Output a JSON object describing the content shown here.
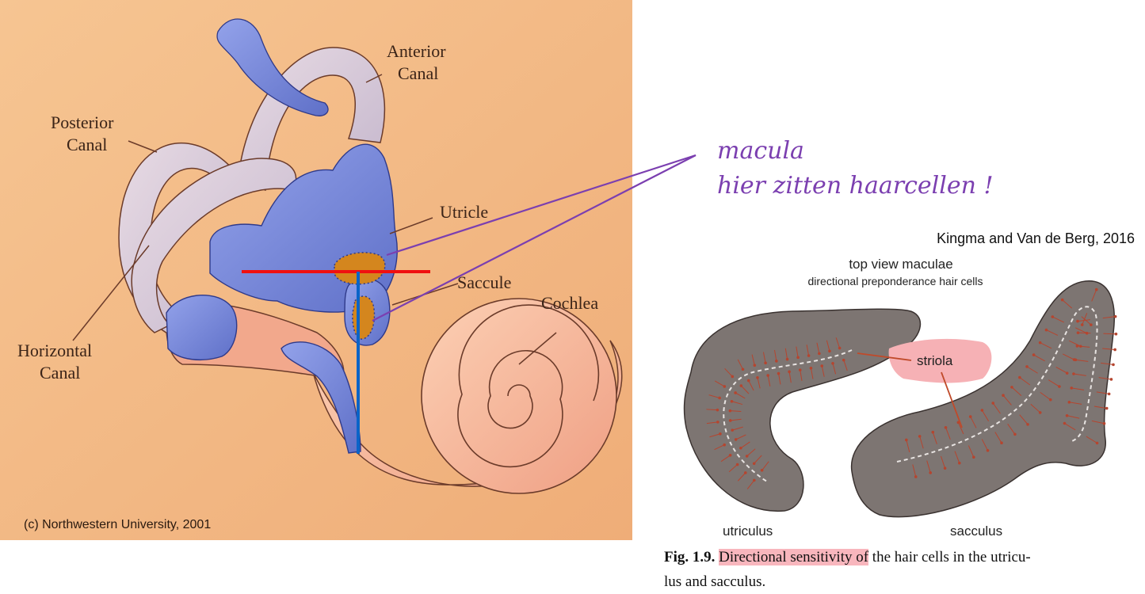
{
  "ear_figure": {
    "labels": {
      "anterior_canal": [
        "Anterior",
        "Canal"
      ],
      "posterior_canal": [
        "Posterior",
        "Canal"
      ],
      "utricle": "Utricle",
      "saccule": "Saccule",
      "cochlea": "Cochlea",
      "horizontal_canal": [
        "Horizontal",
        "Canal"
      ]
    },
    "copyright": "(c) Northwestern University, 2001",
    "colors": {
      "background": "#f3b986",
      "membranous_labyrinth": "#7f8fdc",
      "bony_canal": "#d8c8d4",
      "cochlea": "#f6b597",
      "macula": "#d4861e",
      "red_line": "#f01010",
      "blue_line": "#0a64c8"
    }
  },
  "handwritten_note": {
    "lines": [
      "macula",
      "hier zitten haarcellen !"
    ],
    "color": "#7b3fb0"
  },
  "citation": "Kingma and Van de Berg, 2016",
  "maculae_figure": {
    "title": "top view maculae",
    "subtitle": "directional preponderance hair cells",
    "striola_label": "striola",
    "left_label": "utriculus",
    "right_label": "sacculus",
    "colors": {
      "macula_fill": "#7d7572",
      "striola_highlight": "#f6b1b5",
      "arrow": "#b5452f"
    }
  },
  "caption": {
    "fig_number": "Fig. 1.9.",
    "highlighted": "Directional sensitivity of",
    "rest_line1": " the hair cells in the utricu-",
    "line2": "lus and sacculus."
  }
}
